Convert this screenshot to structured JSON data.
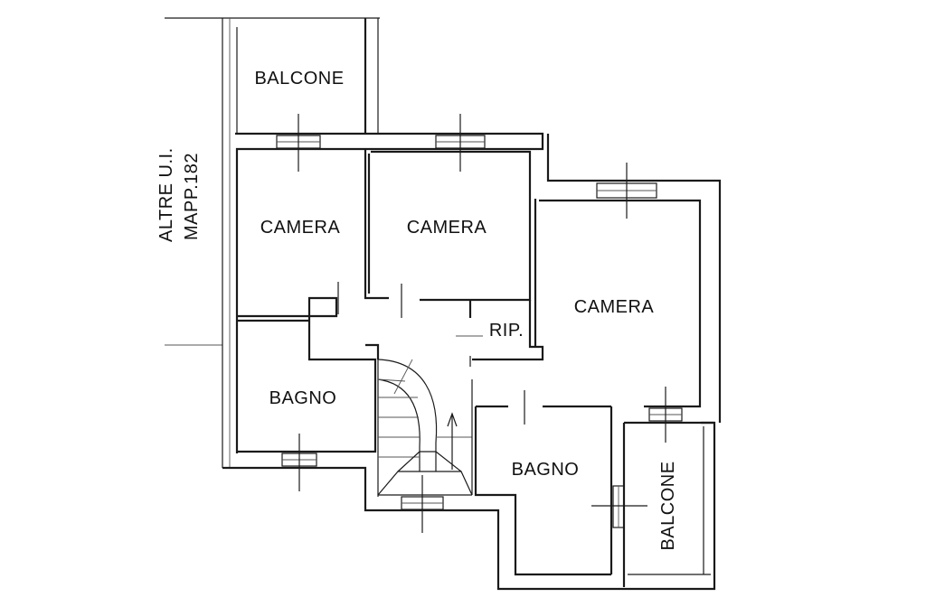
{
  "plan": {
    "outside_label_upper": "ALTRE U.I.",
    "outside_label_lower": "MAPP.182",
    "rooms": {
      "balcone_top": "BALCONE",
      "camera_left": "CAMERA",
      "camera_middle": "CAMERA",
      "camera_right": "CAMERA",
      "ripostiglio": "RIP.",
      "bagno_left": "BAGNO",
      "bagno_right": "BAGNO",
      "balcone_right": "BALCONE"
    }
  }
}
